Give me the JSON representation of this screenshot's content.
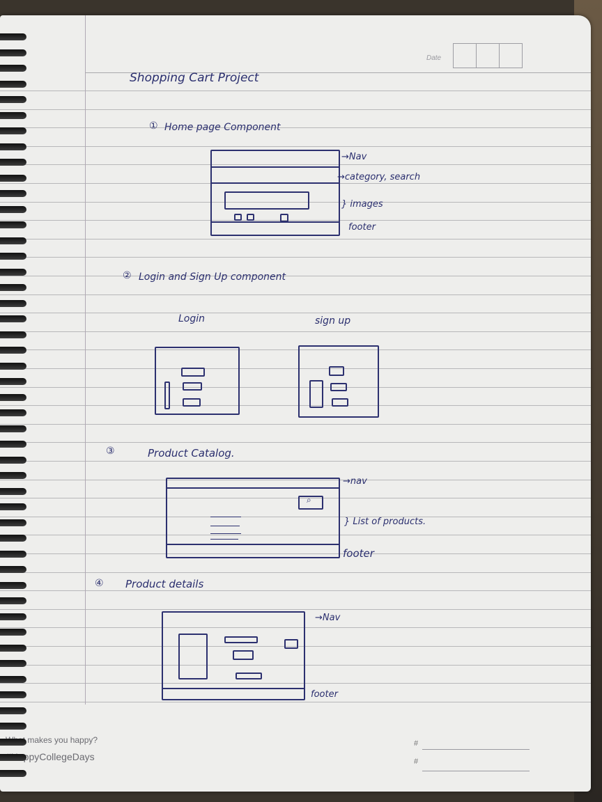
{
  "notebook": {
    "date_label": "Date",
    "footer_question": "What makes you happy?",
    "footer_hashtag": "#HappyCollegeDays",
    "hash_mark": "#"
  },
  "page": {
    "title": "Shopping Cart Project",
    "sections": [
      {
        "number": "①",
        "heading": "Home page Component",
        "annotations": [
          "→Nav",
          "→category, search",
          "} images",
          "footer"
        ]
      },
      {
        "number": "②",
        "heading": "Login and Sign Up component",
        "sub_labels": [
          "Login",
          "sign up"
        ]
      },
      {
        "number": "③",
        "heading": "Product Catalog.",
        "annotations": [
          "→nav",
          "} List of products.",
          "footer"
        ]
      },
      {
        "number": "④",
        "heading": "Product details",
        "annotations": [
          "→Nav",
          "footer"
        ]
      }
    ]
  },
  "colors": {
    "ink": "#2a2e6e",
    "paper": "#eeeeec",
    "rule": "#b7b7b9"
  }
}
